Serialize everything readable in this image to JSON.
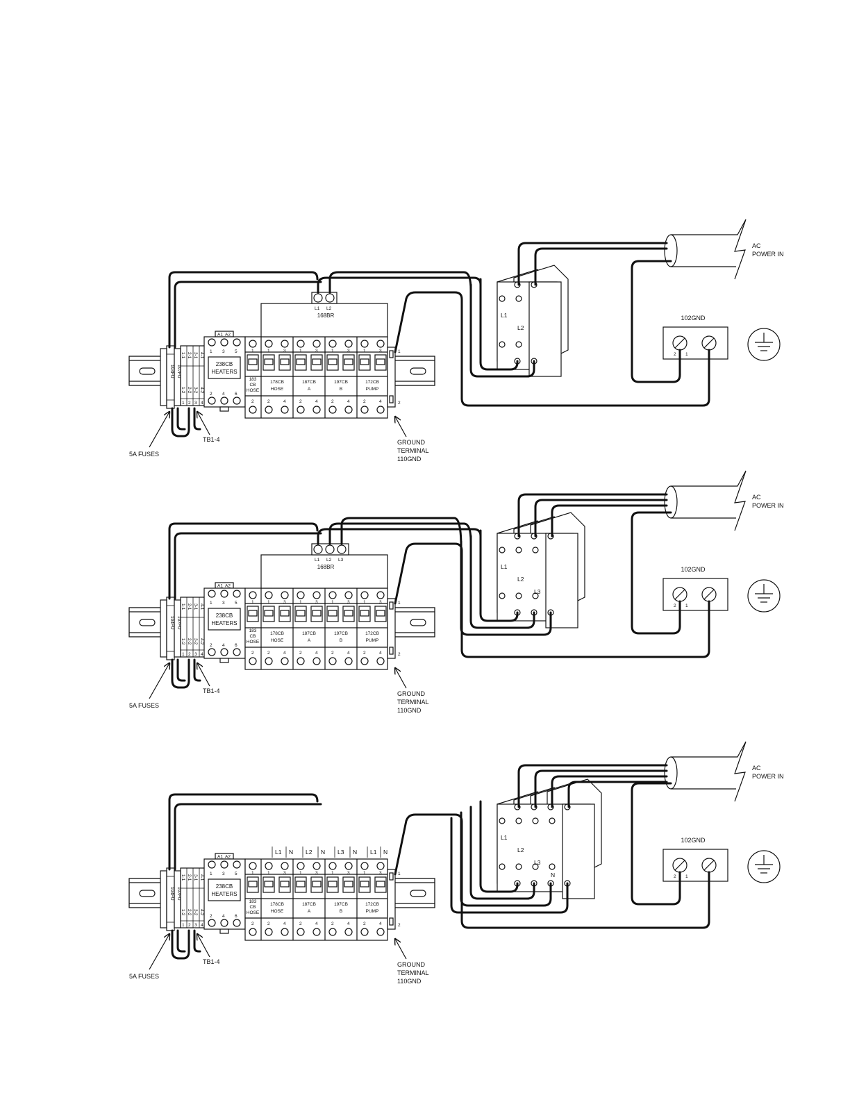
{
  "panels": [
    {
      "variant": "single-phase 2-wire",
      "breaker_label": "168BR",
      "breaker_terminals": [
        "L1",
        "L2"
      ],
      "disconnect_labels": [
        "L1",
        "L2"
      ],
      "neutral_labels": []
    },
    {
      "variant": "three-phase 3-wire",
      "breaker_label": "168BR",
      "breaker_terminals": [
        "L1",
        "L2",
        "L3"
      ],
      "disconnect_labels": [
        "L1",
        "L2",
        "L3"
      ],
      "neutral_labels": []
    },
    {
      "variant": "three-phase with neutral",
      "breaker_label": "",
      "breaker_terminals": [],
      "disconnect_labels": [
        "L1",
        "L2",
        "L3",
        "N"
      ],
      "neutral_labels": [
        "L1",
        "N",
        "L2",
        "N",
        "L3",
        "N",
        "L1",
        "N"
      ]
    }
  ],
  "labels": {
    "fuse_ids": [
      "194FU",
      "197FU"
    ],
    "tb_terminals": [
      "1-1",
      "2-1",
      "3-1",
      "4-1",
      "1-2",
      "2-2",
      "3-2",
      "4-2"
    ],
    "tb_numbers": [
      "1",
      "2",
      "3",
      "4"
    ],
    "contactor_top": [
      "A1",
      "A2"
    ],
    "contactor_pins_top": [
      "1",
      "3",
      "5"
    ],
    "contactor_pins_bottom": [
      "2",
      "4",
      "6"
    ],
    "contactor_name": [
      "238CB",
      "HEATERS"
    ],
    "cb183": [
      "183",
      "CB",
      "HOSE"
    ],
    "breakers": [
      {
        "id": "178CB",
        "name": "HOSE"
      },
      {
        "id": "187CB",
        "name": "A"
      },
      {
        "id": "197CB",
        "name": "B"
      },
      {
        "id": "172CB",
        "name": "PUMP"
      }
    ],
    "pin_top": [
      "1",
      "3"
    ],
    "pin_bottom": [
      "2",
      "4"
    ],
    "ground_pins": [
      "1",
      "2"
    ],
    "fuses_label": "5A FUSES",
    "tb_label": "TB1-4",
    "ground_label": [
      "GROUND",
      "TERMINAL",
      "110GND"
    ],
    "ac_label": [
      "AC",
      "POWER IN"
    ],
    "gnd_block": "102GND",
    "gnd_pins": [
      "2",
      "1"
    ]
  }
}
